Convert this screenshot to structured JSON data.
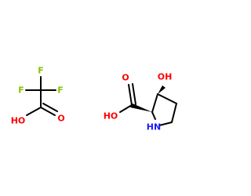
{
  "colors": {
    "background": "#ffffff",
    "bond": "#000000",
    "oxygen": "#ff0000",
    "nitrogen": "#1a1aff",
    "fluorine": "#88c000"
  },
  "tfa": {
    "f_top": "F",
    "f_left": "F",
    "f_right": "F",
    "oh": "HO",
    "o_carbonyl": "O"
  },
  "hydroxyproline": {
    "oh": "OH",
    "acid_oh": "HO",
    "o_carbonyl": "O",
    "nh": "HN"
  }
}
